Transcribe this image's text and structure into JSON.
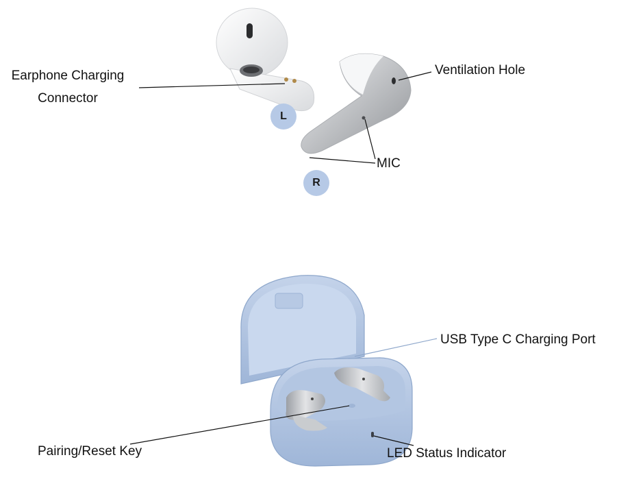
{
  "labels": {
    "charging_connector_line1": "Earphone Charging",
    "charging_connector_line2": "Connector",
    "ventilation_hole": "Ventilation Hole",
    "mic": "MIC",
    "usb_port": "USB Type C Charging Port",
    "pairing_key": "Pairing/Reset Key",
    "led_indicator": "LED Status Indicator"
  },
  "badges": {
    "left": "L",
    "right": "R"
  },
  "colors": {
    "earbud_white": "#f2f3f4",
    "earbud_silver": "#c7c9cc",
    "case_blue": "#a9bfdd",
    "case_blue_dark": "#8fa8cc",
    "badge_blue": "#b6c9e6",
    "leader_line": "#111111"
  }
}
